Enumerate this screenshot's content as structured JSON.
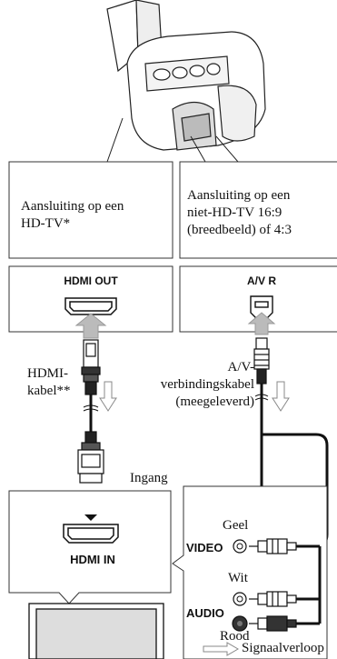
{
  "left_box": {
    "line1": "Aansluiting op een",
    "line2": "HD-TV*"
  },
  "right_box": {
    "line1": "Aansluiting op een",
    "line2": "niet-HD-TV 16:9",
    "line3": "(breedbeeld) of 4:3"
  },
  "ports": {
    "hdmi_out": "HDMI OUT",
    "av_r": "A/V R",
    "hdmi_in": "HDMI IN",
    "video": "VIDEO",
    "audio": "AUDIO"
  },
  "cables": {
    "hdmi_line1": "HDMI-",
    "hdmi_line2": "kabel**",
    "av_line1": "A/V-",
    "av_line2": "verbindingskabel",
    "av_line3": "(meegeleverd)"
  },
  "labels": {
    "ingang": "Ingang",
    "geel": "Geel",
    "wit": "Wit",
    "rood": "Rood"
  },
  "legend": {
    "signal_flow": "Signaalverloop"
  }
}
